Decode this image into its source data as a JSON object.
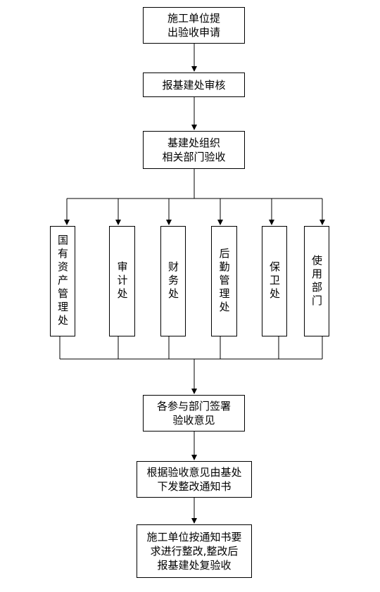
{
  "steps": {
    "step1": {
      "line1": "施工单位提",
      "line2": "出验收申请"
    },
    "step2": {
      "line1": "报基建处审核"
    },
    "step3": {
      "line1": "基建处组织",
      "line2": "相关部门验收"
    },
    "step4": {
      "line1": "各参与部门签署",
      "line2": "验收意见"
    },
    "step5": {
      "line1": "根据验收意见由基处",
      "line2": "下发整改通知书"
    },
    "step6": {
      "line1": "施工单位按通知书要",
      "line2": "求进行整改,整改后",
      "line3": "报基建处复验收"
    }
  },
  "departments": [
    "国有资产管理处",
    "审计处",
    "财务处",
    "后勤管理处",
    "保卫处",
    "使用部门"
  ]
}
